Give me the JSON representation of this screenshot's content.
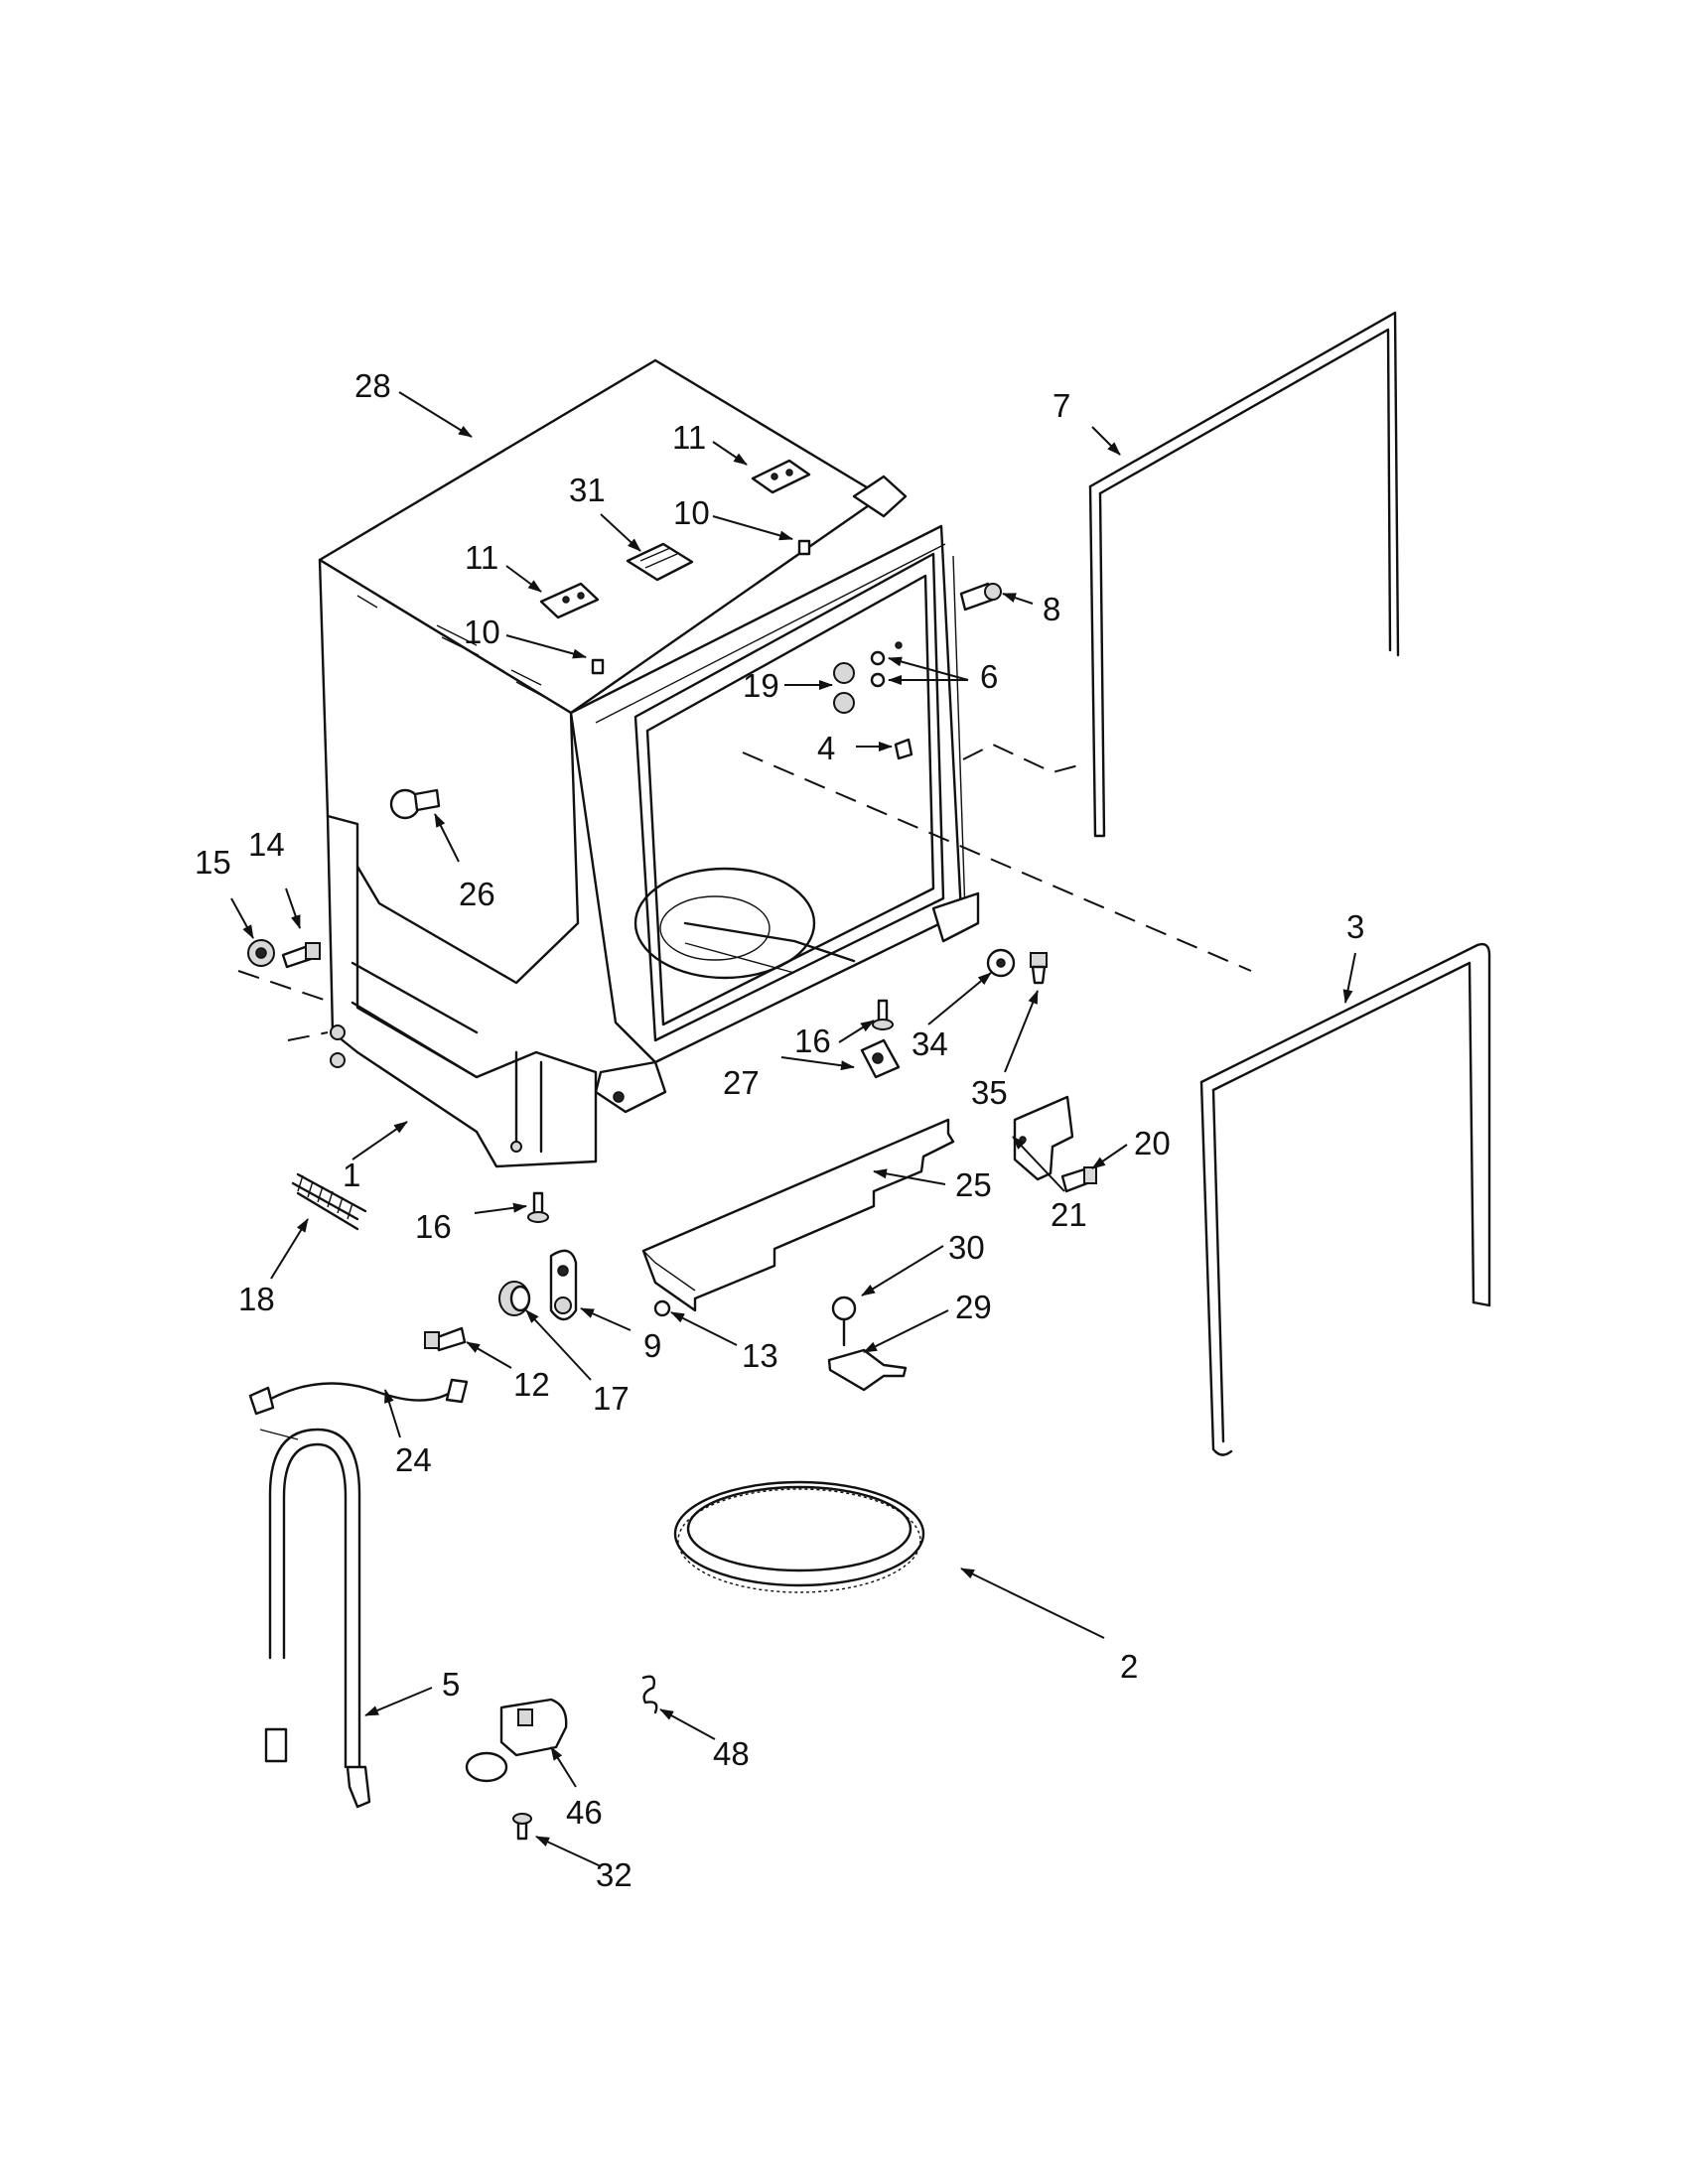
{
  "diagram": {
    "callouts": [
      {
        "id": "28",
        "text": "28"
      },
      {
        "id": "11a",
        "text": "11"
      },
      {
        "id": "31",
        "text": "31"
      },
      {
        "id": "10a",
        "text": "10"
      },
      {
        "id": "11b",
        "text": "11"
      },
      {
        "id": "10b",
        "text": "10"
      },
      {
        "id": "7",
        "text": "7"
      },
      {
        "id": "8",
        "text": "8"
      },
      {
        "id": "19",
        "text": "19"
      },
      {
        "id": "6",
        "text": "6"
      },
      {
        "id": "4",
        "text": "4"
      },
      {
        "id": "26",
        "text": "26"
      },
      {
        "id": "15",
        "text": "15"
      },
      {
        "id": "14",
        "text": "14"
      },
      {
        "id": "3",
        "text": "3"
      },
      {
        "id": "16a",
        "text": "16"
      },
      {
        "id": "34",
        "text": "34"
      },
      {
        "id": "35",
        "text": "35"
      },
      {
        "id": "27",
        "text": "27"
      },
      {
        "id": "20",
        "text": "20"
      },
      {
        "id": "1",
        "text": "1"
      },
      {
        "id": "25",
        "text": "25"
      },
      {
        "id": "21",
        "text": "21"
      },
      {
        "id": "16b",
        "text": "16"
      },
      {
        "id": "18",
        "text": "18"
      },
      {
        "id": "30",
        "text": "30"
      },
      {
        "id": "29",
        "text": "29"
      },
      {
        "id": "9",
        "text": "9"
      },
      {
        "id": "13",
        "text": "13"
      },
      {
        "id": "12",
        "text": "12"
      },
      {
        "id": "17",
        "text": "17"
      },
      {
        "id": "24",
        "text": "24"
      },
      {
        "id": "2",
        "text": "2"
      },
      {
        "id": "5",
        "text": "5"
      },
      {
        "id": "48",
        "text": "48"
      },
      {
        "id": "46",
        "text": "46"
      },
      {
        "id": "32",
        "text": "32"
      }
    ]
  }
}
